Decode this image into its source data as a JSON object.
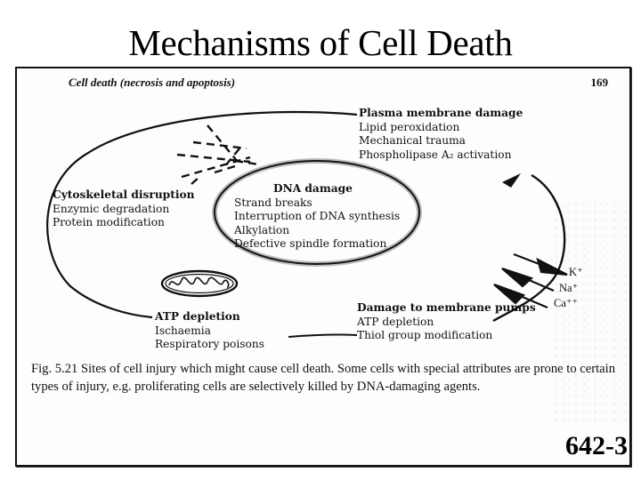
{
  "slide": {
    "title": "Mechanisms of Cell Death",
    "code": "642-3"
  },
  "page": {
    "running_head": "Cell death (necrosis and apoptosis)",
    "page_number": "169"
  },
  "diagram": {
    "plasma_membrane": {
      "heading": "Plasma membrane damage",
      "items": [
        "Lipid peroxidation",
        "Mechanical trauma",
        "Phospholipase A₂ activation"
      ]
    },
    "cytoskeleton": {
      "heading": "Cytoskeletal disruption",
      "items": [
        "Enzymic degradation",
        "Protein modification"
      ]
    },
    "dna": {
      "heading": "DNA damage",
      "items": [
        "Strand breaks",
        "Interruption of DNA synthesis",
        "Alkylation",
        "Defective spindle formation"
      ]
    },
    "atp": {
      "heading": "ATP depletion",
      "items": [
        "Ischaemia",
        "Respiratory poisons"
      ]
    },
    "membrane_pumps": {
      "heading": "Damage to membrane pumps",
      "items": [
        "ATP depletion",
        "Thiol group modification"
      ]
    },
    "ions": [
      "K⁺",
      "Na⁺",
      "Ca⁺⁺"
    ],
    "icons": [
      "cell-membrane-outline",
      "cytoskeleton-filaments-icon",
      "nucleus-icon",
      "mitochondrion-icon",
      "ion-pump-arrows-icon"
    ]
  },
  "caption": "Fig. 5.21 Sites of cell injury which might cause cell death. Some cells with special attributes are prone to certain types of injury, e.g. proliferating cells are selectively killed by DNA-damaging agents."
}
